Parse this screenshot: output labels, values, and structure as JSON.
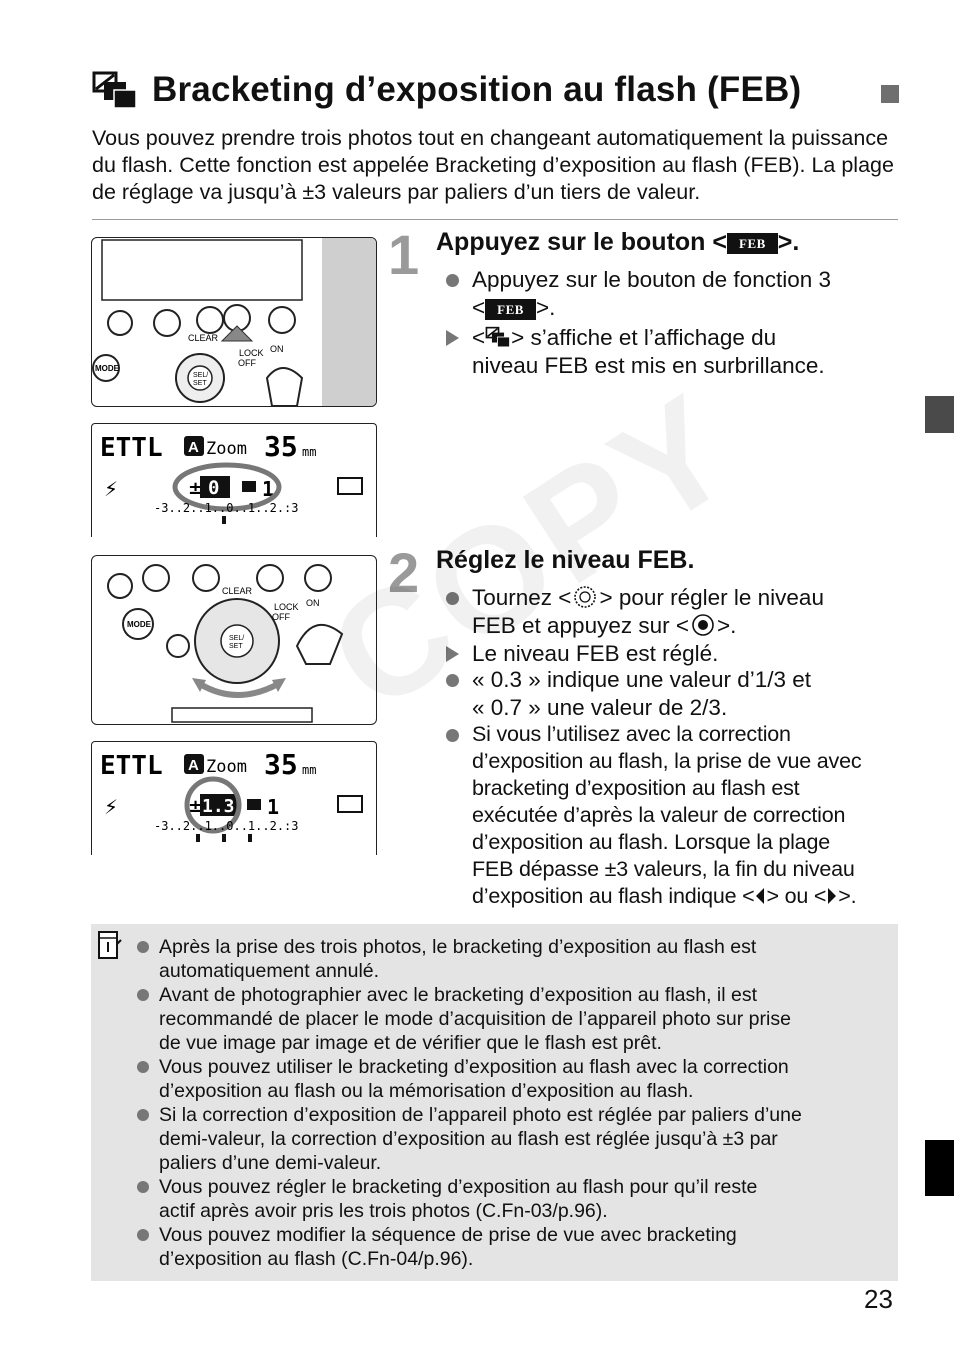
{
  "title": "Bracketing d’exposition au flash (FEB)",
  "intro": "Vous pouvez prendre trois photos tout en changeant automatiquement la puissance du flash. Cette fonction est appelée Bracketing d’exposition au flash (FEB). La plage de réglage va jusqu’à ±3 valeurs par paliers d’un tiers de valeur.",
  "feb_label": "FEB",
  "step1": {
    "number": "1",
    "heading_pre": "Appuyez sur le bouton <",
    "heading_post": ">.",
    "b1_line1": "Appuyez sur le bouton de fonction 3",
    "b1_pre": "<",
    "b1_post": ">.",
    "b2_pre": "<",
    "b2_post": "> s’affiche et l’affichage du",
    "b2_line2": "niveau FEB est mis en surbrillance."
  },
  "step2": {
    "number": "2",
    "heading": "Réglez le niveau FEB.",
    "b1_pre": "Tournez <",
    "b1_post": "> pour régler le niveau",
    "b1_line2_pre": "FEB et appuyez sur <",
    "b1_line2_post": ">.",
    "b2": "Le niveau FEB est réglé.",
    "b3_line1": "« 0.3 » indique une valeur d’1/3 et",
    "b3_line2": "« 0.7 » une valeur de 2/3.",
    "b4_lines": [
      "Si vous l’utilisez avec la correction",
      "d’exposition au flash, la prise de vue avec",
      "bracketing d’exposition au flash est",
      "exécutée d’après la valeur de correction",
      "d’exposition au flash. Lorsque la plage",
      "FEB dépasse ±3 valeurs, la fin du niveau"
    ],
    "b4_last_pre": "d’exposition au flash indique <",
    "b4_last_mid": "> ou <",
    "b4_last_post": ">."
  },
  "figures": {
    "unit1": {
      "clear": "CLEAR",
      "lock": "LOCK",
      "off": "OFF",
      "on": "ON",
      "mode": "MODE",
      "sel": "SEL/",
      "set": "SET"
    },
    "lcd1": {
      "ettl": "ETTL",
      "zoom_mode": "A",
      "zoom": "Zoom",
      "focal": "35",
      "mm": "mm",
      "feb_sign": "±",
      "feb_value": "0",
      "feb_count": "1",
      "scale": "-3..2..1..0..1..2.:3"
    },
    "lcd2": {
      "ettl": "ETTL",
      "zoom_mode": "A",
      "zoom": "Zoom",
      "focal": "35",
      "mm": "mm",
      "feb_sign": "±",
      "feb_value": "1.3",
      "feb_count": "1",
      "scale": "-3..2..1..0..1..2.:3"
    }
  },
  "notes": [
    [
      "Après la prise des trois photos, le bracketing d’exposition au flash est",
      "automatiquement annulé."
    ],
    [
      "Avant de photographier avec le bracketing d’exposition au flash, il est",
      "recommandé de placer le mode d’acquisition de l’appareil photo sur prise",
      "de vue image par image et de vérifier que le flash est prêt."
    ],
    [
      "Vous pouvez utiliser le bracketing d’exposition au flash avec la correction",
      "d’exposition au flash ou la mémorisation d’exposition au flash."
    ],
    [
      "Si la correction d’exposition de l’appareil photo est réglée par paliers d’une",
      "demi-valeur, la correction d’exposition au flash est réglée jusqu’à ±3 par",
      "paliers d’une demi-valeur."
    ],
    [
      "Vous pouvez régler le bracketing d’exposition au flash pour qu’il reste",
      "actif après avoir pris les trois photos (C.Fn-03/p.96)."
    ],
    [
      "Vous pouvez modifier la séquence de prise de vue avec bracketing",
      "d’exposition au flash (C.Fn-04/p.96)."
    ]
  ],
  "watermark": "COPY",
  "page_number": "23"
}
